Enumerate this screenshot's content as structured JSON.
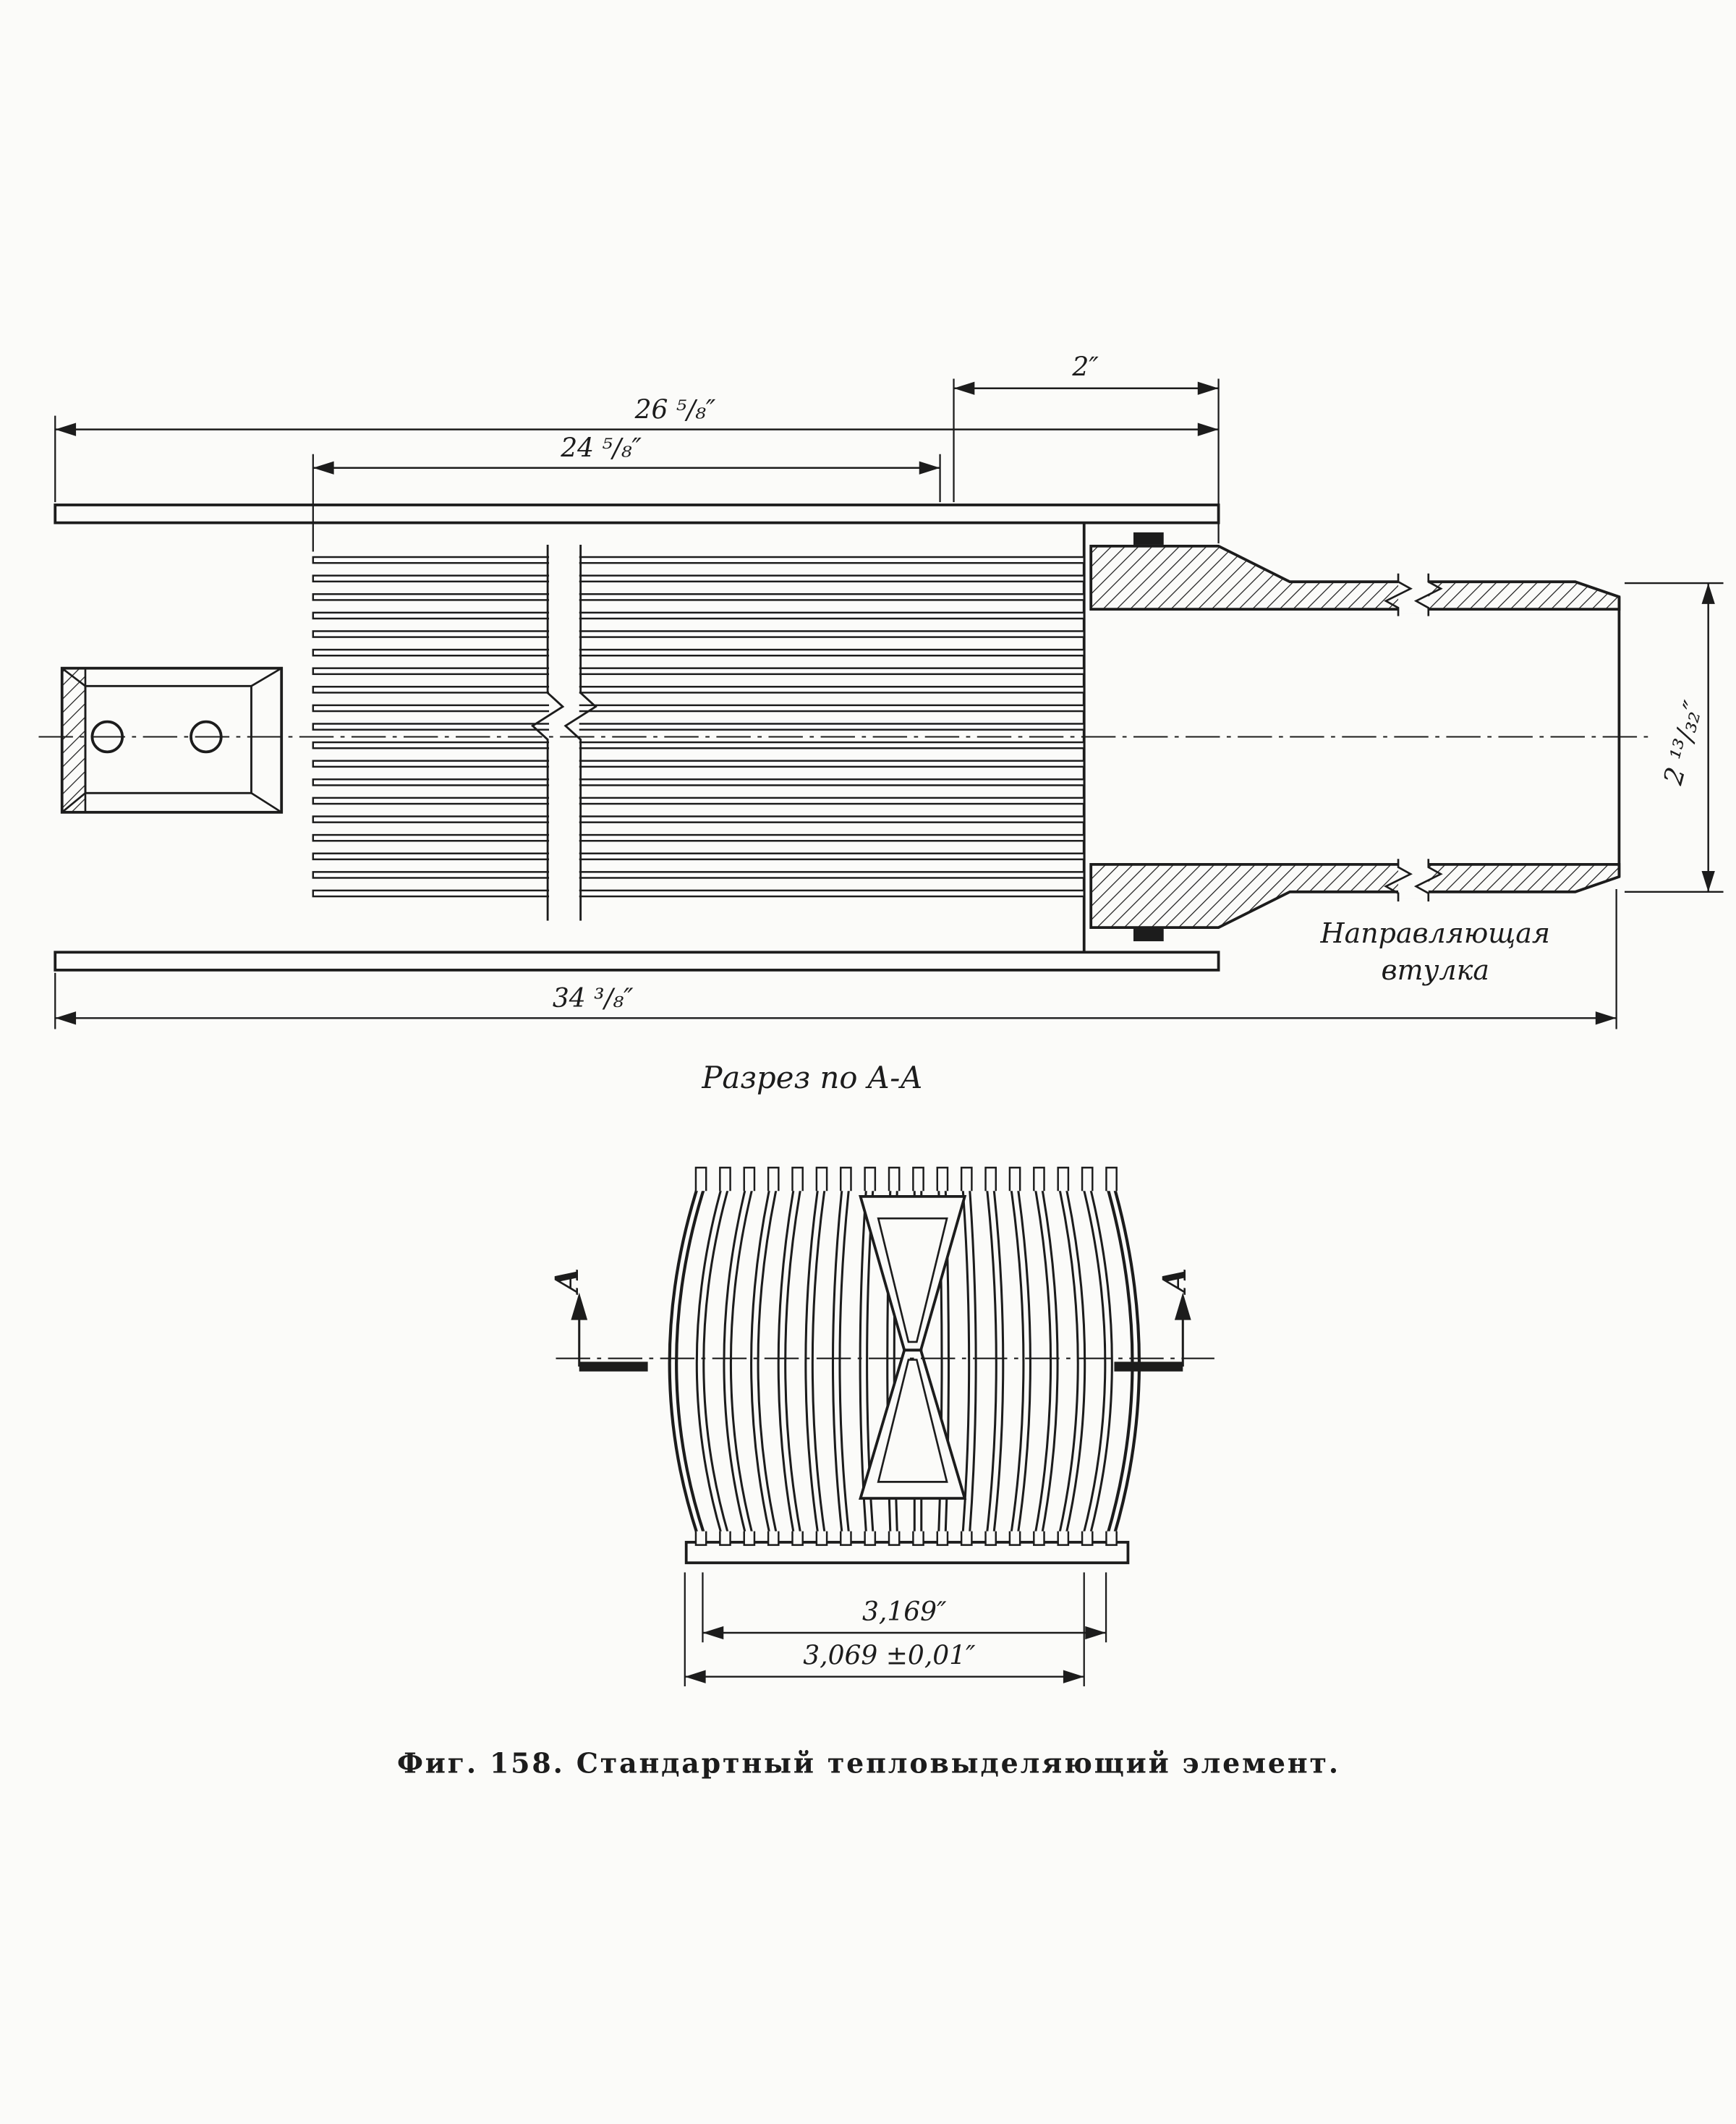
{
  "colors": {
    "ink": "#1c1c1c",
    "paper": "#fbfbf9"
  },
  "figure": {
    "caption": "Фиг. 158. Стандартный тепловыделяющий элемент.",
    "section_title": "Разрез по А-А",
    "labels": {
      "guide_bushing_line1": "Направляющая",
      "guide_bushing_line2": "втулка",
      "section_arrow_left": "А",
      "section_arrow_right": "А"
    },
    "dimensions": {
      "end_length": "2″",
      "top_length": "26 ⁵/₈″",
      "fin_length": "24 ⁵/₈″",
      "total_length": "34 ³/₈″",
      "diameter": "2 ¹³/₃₂″",
      "width_outer": "3,169″",
      "width_inner": "3,069 ±0,01″"
    }
  }
}
